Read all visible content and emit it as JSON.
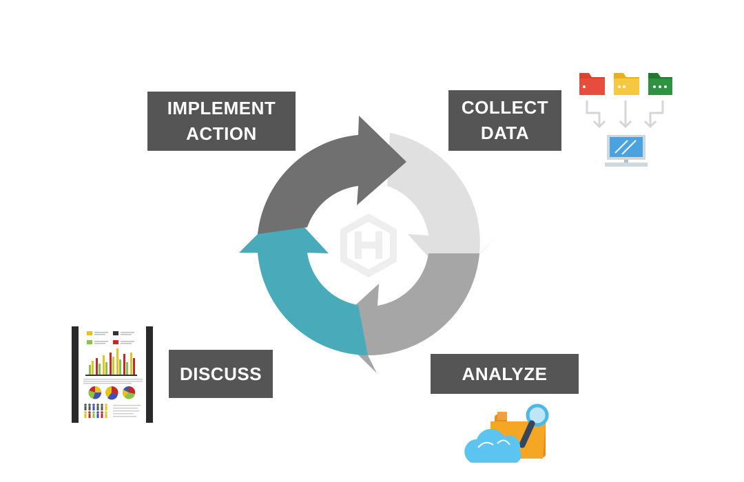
{
  "steps": {
    "implement": {
      "line1": "IMPLEMENT",
      "line2": "ACTION"
    },
    "collect": {
      "line1": "COLLECT",
      "line2": "DATA"
    },
    "discuss": {
      "label": "DISCUSS"
    },
    "analyze": {
      "label": "ANALYZE"
    }
  },
  "colors": {
    "label_box": "#555555",
    "arrow_dark": "#707070",
    "arrow_light": "#e0e0e0",
    "arrow_mid": "#a6a6a6",
    "arrow_teal": "#49abb9",
    "logo": "#eeeeee"
  },
  "icons": {
    "center": "hexagon-h-logo-icon",
    "collect": "folders-to-computer-icon",
    "analyze": "cloud-folder-magnifier-icon",
    "discuss": "infographic-report-icon"
  }
}
